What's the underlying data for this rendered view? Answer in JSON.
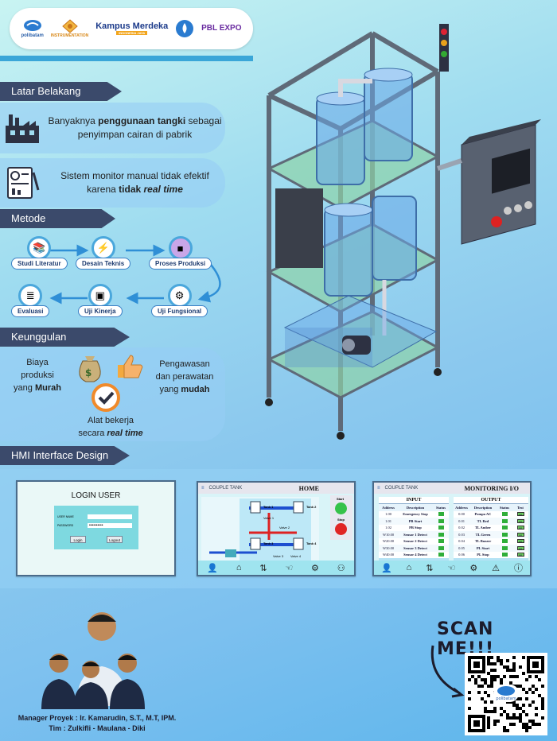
{
  "logos": [
    {
      "name": "polibatam",
      "text": "polibatam",
      "color": "#2a5fa8"
    },
    {
      "name": "instrumentation",
      "text": "INSTRUMENTATION",
      "color": "#d9891a"
    },
    {
      "name": "kampus-merdeka",
      "text": "Kampus Merdeka",
      "sub": "INDONESIA JAYA",
      "color": "#1b3a8a"
    },
    {
      "name": "water-drop",
      "text": "",
      "color": "#2a7bd0"
    },
    {
      "name": "pbl-expo",
      "text": "PBL EXPO",
      "color": "#6a2ca0"
    }
  ],
  "sections": {
    "latar_belakang": "Latar Belakang",
    "metode": "Metode",
    "keunggulan": "Keunggulan",
    "hmi": "HMI Interface Design"
  },
  "latar": {
    "p1_pre": "Banyaknya ",
    "p1_bold": "penggunaan tangki",
    "p1_post": " sebagai",
    "p1_line2": "penyimpan cairan di pabrik",
    "p2_line1": "Sistem monitor manual tidak efektif",
    "p2_pre": "karena ",
    "p2_bold": "tidak",
    "p2_italic": "real time"
  },
  "metode_steps": [
    {
      "label": "Studi Literatur",
      "icon": "book-icon"
    },
    {
      "label": "Desain Teknis",
      "icon": "lightning-icon"
    },
    {
      "label": "Proses Produksi",
      "icon": "cube-icon"
    },
    {
      "label": "Uji Fungsional",
      "icon": "gears-icon"
    },
    {
      "label": "Uji Kinerja",
      "icon": "monitor-icon"
    },
    {
      "label": "Evaluasi",
      "icon": "document-icon"
    }
  ],
  "keunggulan": {
    "a1_line1": "Biaya produksi",
    "a1_pre": "yang ",
    "a1_bold": "Murah",
    "a2_line1": "Pengawasan",
    "a2_line2": "dan perawatan",
    "a2_pre": "yang ",
    "a2_bold": "mudah",
    "a3_line1": "Alat bekerja",
    "a3_pre": "secara ",
    "a3_bold": "real time"
  },
  "hmi": {
    "login": {
      "title": "LOGIN USER",
      "user_label": "USER NAME",
      "pass_label": "PASSWORD",
      "pass_value": "••••••••••",
      "login_btn": "Login",
      "logout_btn": "Logout"
    },
    "home": {
      "title": "HOME",
      "brand": "COUPLE TANK",
      "tanks": [
        "Tank 1",
        "Tank 2",
        "Tank 3",
        "Tank 4"
      ],
      "valves": [
        "Valve 1",
        "Valve 2",
        "Valve 3",
        "Valve 4"
      ],
      "start": "Start",
      "stop": "Stop"
    },
    "monitoring": {
      "title": "MONITORING I/O",
      "brand": "COUPLE TANK",
      "input_title": "INPUT",
      "output_title": "OUTPUT",
      "input_headers": [
        "Address",
        "Description",
        "Status"
      ],
      "output_headers": [
        "Address",
        "Description",
        "Status",
        "Test"
      ],
      "inputs": [
        [
          "1.00",
          "Emergency Stop"
        ],
        [
          "1.01",
          "PB Start"
        ],
        [
          "1.02",
          "PB Stop"
        ],
        [
          "W10.00",
          "Sensor 1 Detect"
        ],
        [
          "W20.00",
          "Sensor 2 Detect"
        ],
        [
          "W30.00",
          "Sensor 3 Detect"
        ],
        [
          "W40.00",
          "Sensor 4 Detect"
        ]
      ],
      "outputs": [
        [
          "0.00",
          "Pompa AC"
        ],
        [
          "0.01",
          "TL Red"
        ],
        [
          "0.02",
          "TL Amber"
        ],
        [
          "0.03",
          "TL Green"
        ],
        [
          "0.04",
          "TL Buzzer"
        ],
        [
          "0.05",
          "PL Start"
        ],
        [
          "0.06",
          "PL Stop"
        ]
      ],
      "test_label": "test"
    }
  },
  "team": {
    "manager": "Manager Proyek : Ir. Kamarudin, S.T., M.T, IPM.",
    "members": "Tim : Zulkifli - Maulana - Diki"
  },
  "scan_me": "SCAN ME!!!",
  "qr_logo_text": "polibatam"
}
